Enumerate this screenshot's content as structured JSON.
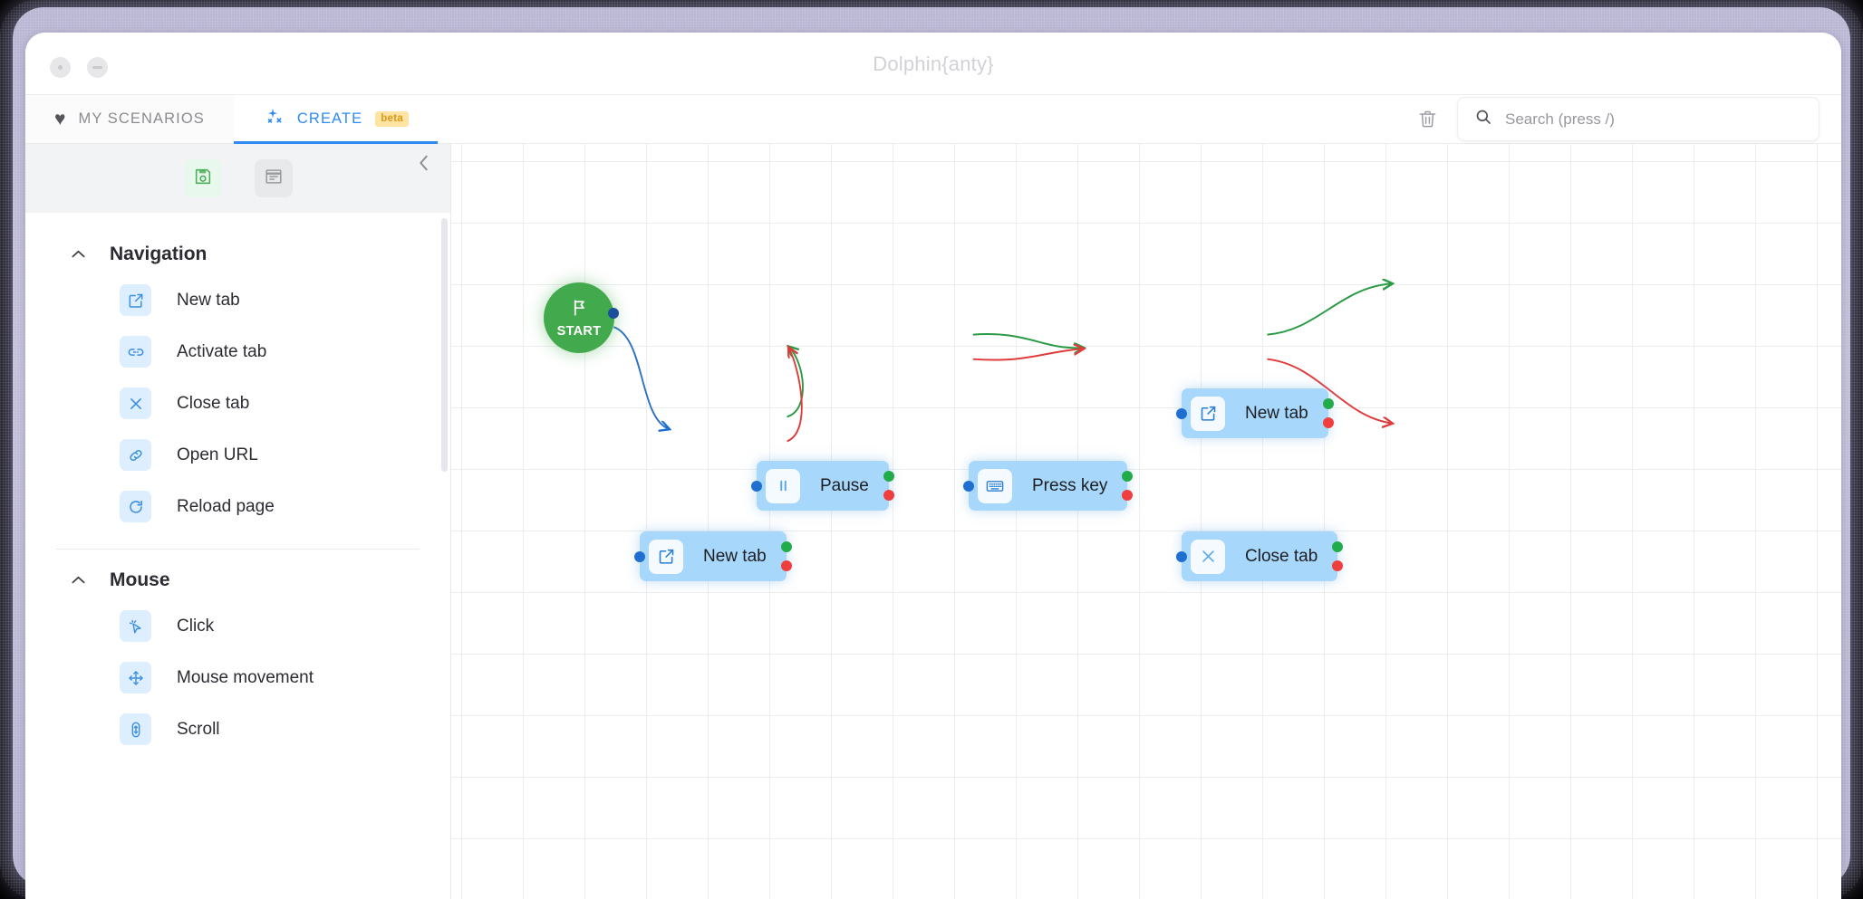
{
  "window": {
    "title": "Dolphin{anty}",
    "controls": [
      {
        "name": "close-button",
        "glyph": "dot"
      },
      {
        "name": "minimize-button",
        "glyph": "bar"
      }
    ]
  },
  "tabs": [
    {
      "label": "MY SCENARIOS",
      "icon": "heart-icon",
      "active": false,
      "badge": null
    },
    {
      "label": "CREATE",
      "icon": "sparkle-icon",
      "active": true,
      "badge": "beta"
    }
  ],
  "toolbar": {
    "trash_icon": "trash-icon",
    "search": {
      "placeholder": "Search (press /)",
      "value": "",
      "icon": "search-icon"
    }
  },
  "sidebar": {
    "tools": [
      {
        "name": "save-scenario-button",
        "icon": "floppy-save-icon",
        "style": "green"
      },
      {
        "name": "notes-button",
        "icon": "document-window-icon",
        "style": "gray"
      }
    ],
    "collapse_icon": "chevron-left-icon",
    "groups": [
      {
        "title": "Navigation",
        "expanded": true,
        "items": [
          {
            "label": "New tab",
            "icon": "external-link-icon"
          },
          {
            "label": "Activate tab",
            "icon": "link-dashed-icon"
          },
          {
            "label": "Close tab",
            "icon": "close-x-icon"
          },
          {
            "label": "Open URL",
            "icon": "chain-link-icon"
          },
          {
            "label": "Reload page",
            "icon": "reload-icon"
          }
        ]
      },
      {
        "title": "Mouse",
        "expanded": true,
        "items": [
          {
            "label": "Click",
            "icon": "cursor-click-icon"
          },
          {
            "label": "Mouse movement",
            "icon": "move-arrows-icon"
          },
          {
            "label": "Scroll",
            "icon": "scroll-vertical-icon"
          }
        ]
      }
    ]
  },
  "canvas": {
    "start_node": {
      "label": "START",
      "icon": "flag-icon"
    },
    "nodes": [
      {
        "id": "n1",
        "label": "New tab",
        "icon": "external-link-icon"
      },
      {
        "id": "n2",
        "label": "Pause",
        "icon": "pause-icon"
      },
      {
        "id": "n3",
        "label": "Press key",
        "icon": "keyboard-icon"
      },
      {
        "id": "n4",
        "label": "New tab",
        "icon": "external-link-icon"
      },
      {
        "id": "n5",
        "label": "Close tab",
        "icon": "close-x-icon"
      }
    ],
    "edges": [
      {
        "from": "start",
        "to": "n1",
        "type": "default"
      },
      {
        "from": "n1",
        "to": "n2",
        "type": "success"
      },
      {
        "from": "n1",
        "to": "n2",
        "type": "error"
      },
      {
        "from": "n2",
        "to": "n3",
        "type": "success"
      },
      {
        "from": "n2",
        "to": "n3",
        "type": "error"
      },
      {
        "from": "n3",
        "to": "n4",
        "type": "success"
      },
      {
        "from": "n3",
        "to": "n5",
        "type": "error"
      }
    ]
  },
  "colors": {
    "accent_blue": "#2f8af5",
    "node_blue": "#a7d8fb",
    "port_in": "#1f6fd0",
    "port_success": "#22ab4b",
    "port_error": "#ef3e3e",
    "start_green": "#42a94c",
    "badge_beta_bg": "#ffe3a3",
    "badge_beta_fg": "#d79a18",
    "frame": "#bcb9d6"
  }
}
